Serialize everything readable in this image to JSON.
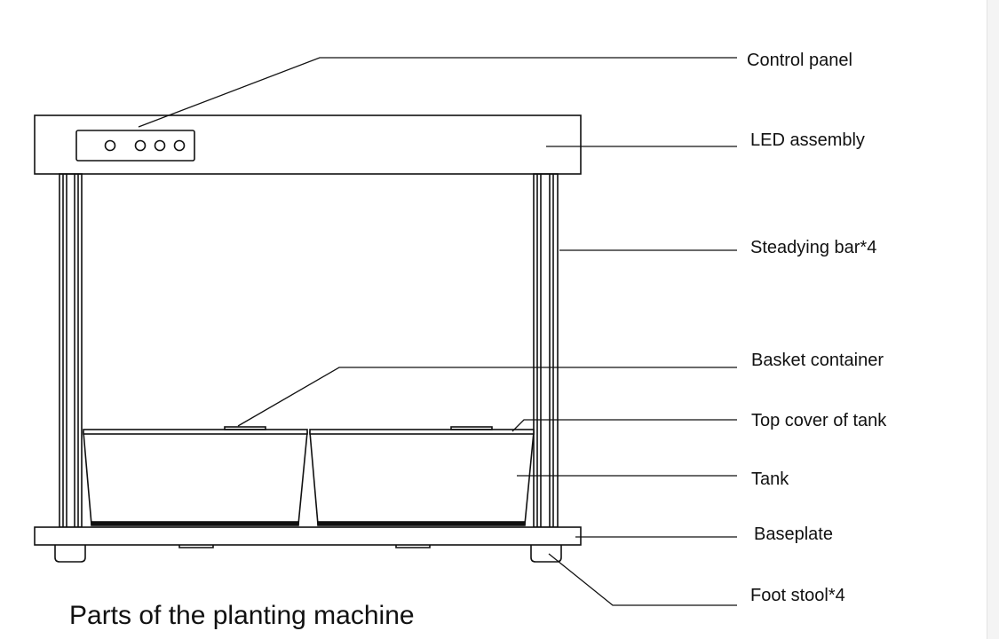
{
  "diagram": {
    "caption": "Parts of the planting machine",
    "labels": {
      "control_panel": "Control panel",
      "led_assembly": "LED assembly",
      "steadying_bar": "Steadying bar*4",
      "basket_container": "Basket container",
      "top_cover": "Top cover of tank",
      "tank": "Tank",
      "baseplate": "Baseplate",
      "foot_stool": "Foot stool*4"
    }
  },
  "colors": {
    "line": "#111111",
    "background": "#ffffff"
  }
}
